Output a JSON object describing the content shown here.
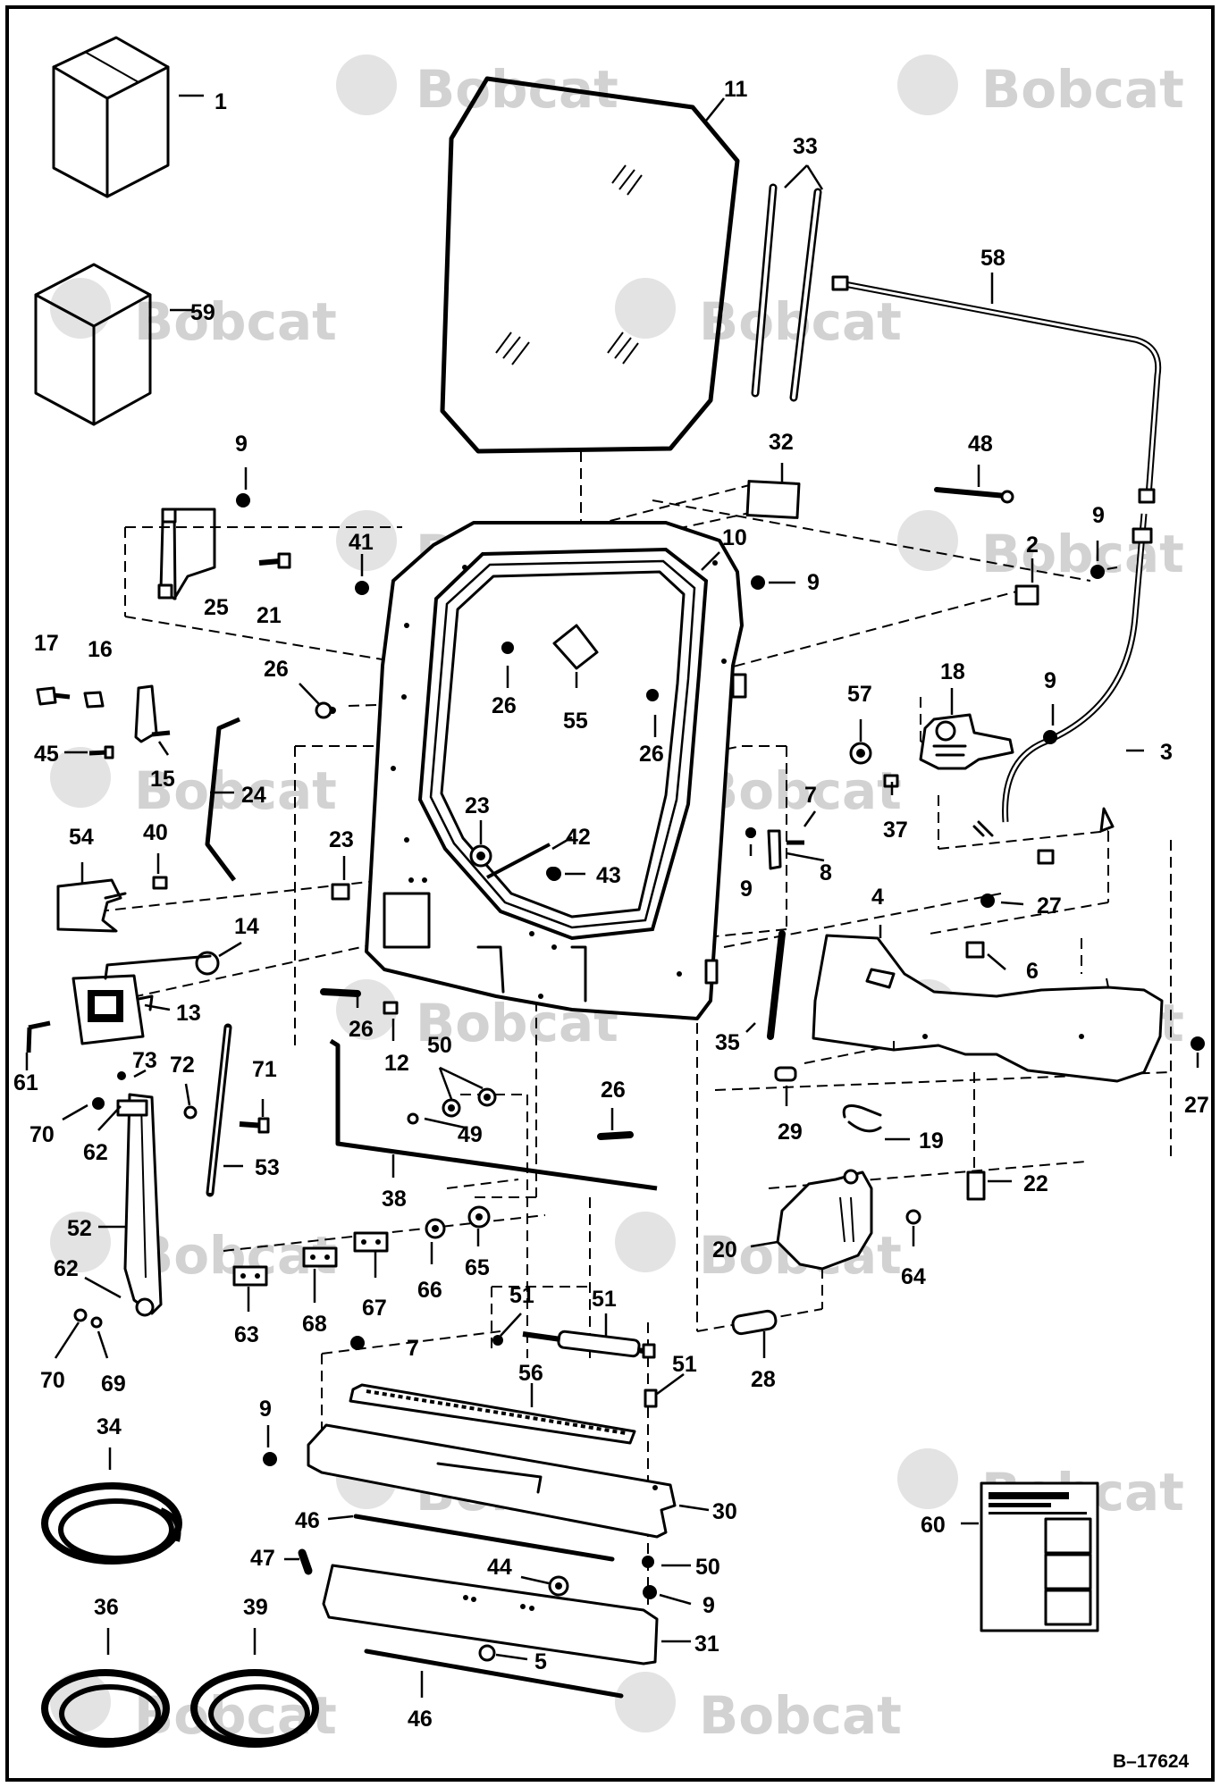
{
  "diagram": {
    "document_id": "B–17624",
    "watermark_brand": "Bobcat",
    "callouts": {
      "c1": "1",
      "c59": "59",
      "c11": "11",
      "c33": "33",
      "c58": "58",
      "c9a": "9",
      "c25": "25",
      "c21": "21",
      "c32": "32",
      "c48": "48",
      "c41": "41",
      "c10": "10",
      "c9b": "9",
      "c9c": "9",
      "c2": "2",
      "c17": "17",
      "c16": "16",
      "c26a": "26",
      "c26b": "26",
      "c55": "55",
      "c26c": "26",
      "c57": "57",
      "c18": "18",
      "c9d": "9",
      "c3": "3",
      "c45": "45",
      "c15": "15",
      "c24": "24",
      "c7a": "7",
      "c37": "37",
      "c23a": "23",
      "c42": "42",
      "c23b": "23",
      "c54": "54",
      "c40": "40",
      "c43": "43",
      "c9e": "9",
      "c8": "8",
      "c4": "4",
      "c27a": "27",
      "c14": "14",
      "c6": "6",
      "c13": "13",
      "c61": "61",
      "c26d": "26",
      "c12": "12",
      "c35": "35",
      "c50a": "50",
      "c73": "73",
      "c72": "72",
      "c71": "71",
      "c70a": "70",
      "c62a": "62",
      "c49": "49",
      "c26e": "26",
      "c29": "29",
      "c27b": "27",
      "c53": "53",
      "c19": "19",
      "c38": "38",
      "c22": "22",
      "c52": "52",
      "c62b": "62",
      "c66": "66",
      "c65": "65",
      "c20": "20",
      "c64": "64",
      "c67": "67",
      "c63": "63",
      "c68": "68",
      "c51a": "51",
      "c51b": "51",
      "c70b": "70",
      "c69": "69",
      "c7b": "7",
      "c28": "28",
      "c51c": "51",
      "c34": "34",
      "c9f": "9",
      "c56": "56",
      "c30": "30",
      "c60": "60",
      "c46a": "46",
      "c47": "47",
      "c50b": "50",
      "c36": "36",
      "c39": "39",
      "c44": "44",
      "c9g": "9",
      "c31": "31",
      "c5": "5",
      "c46b": "46"
    }
  }
}
